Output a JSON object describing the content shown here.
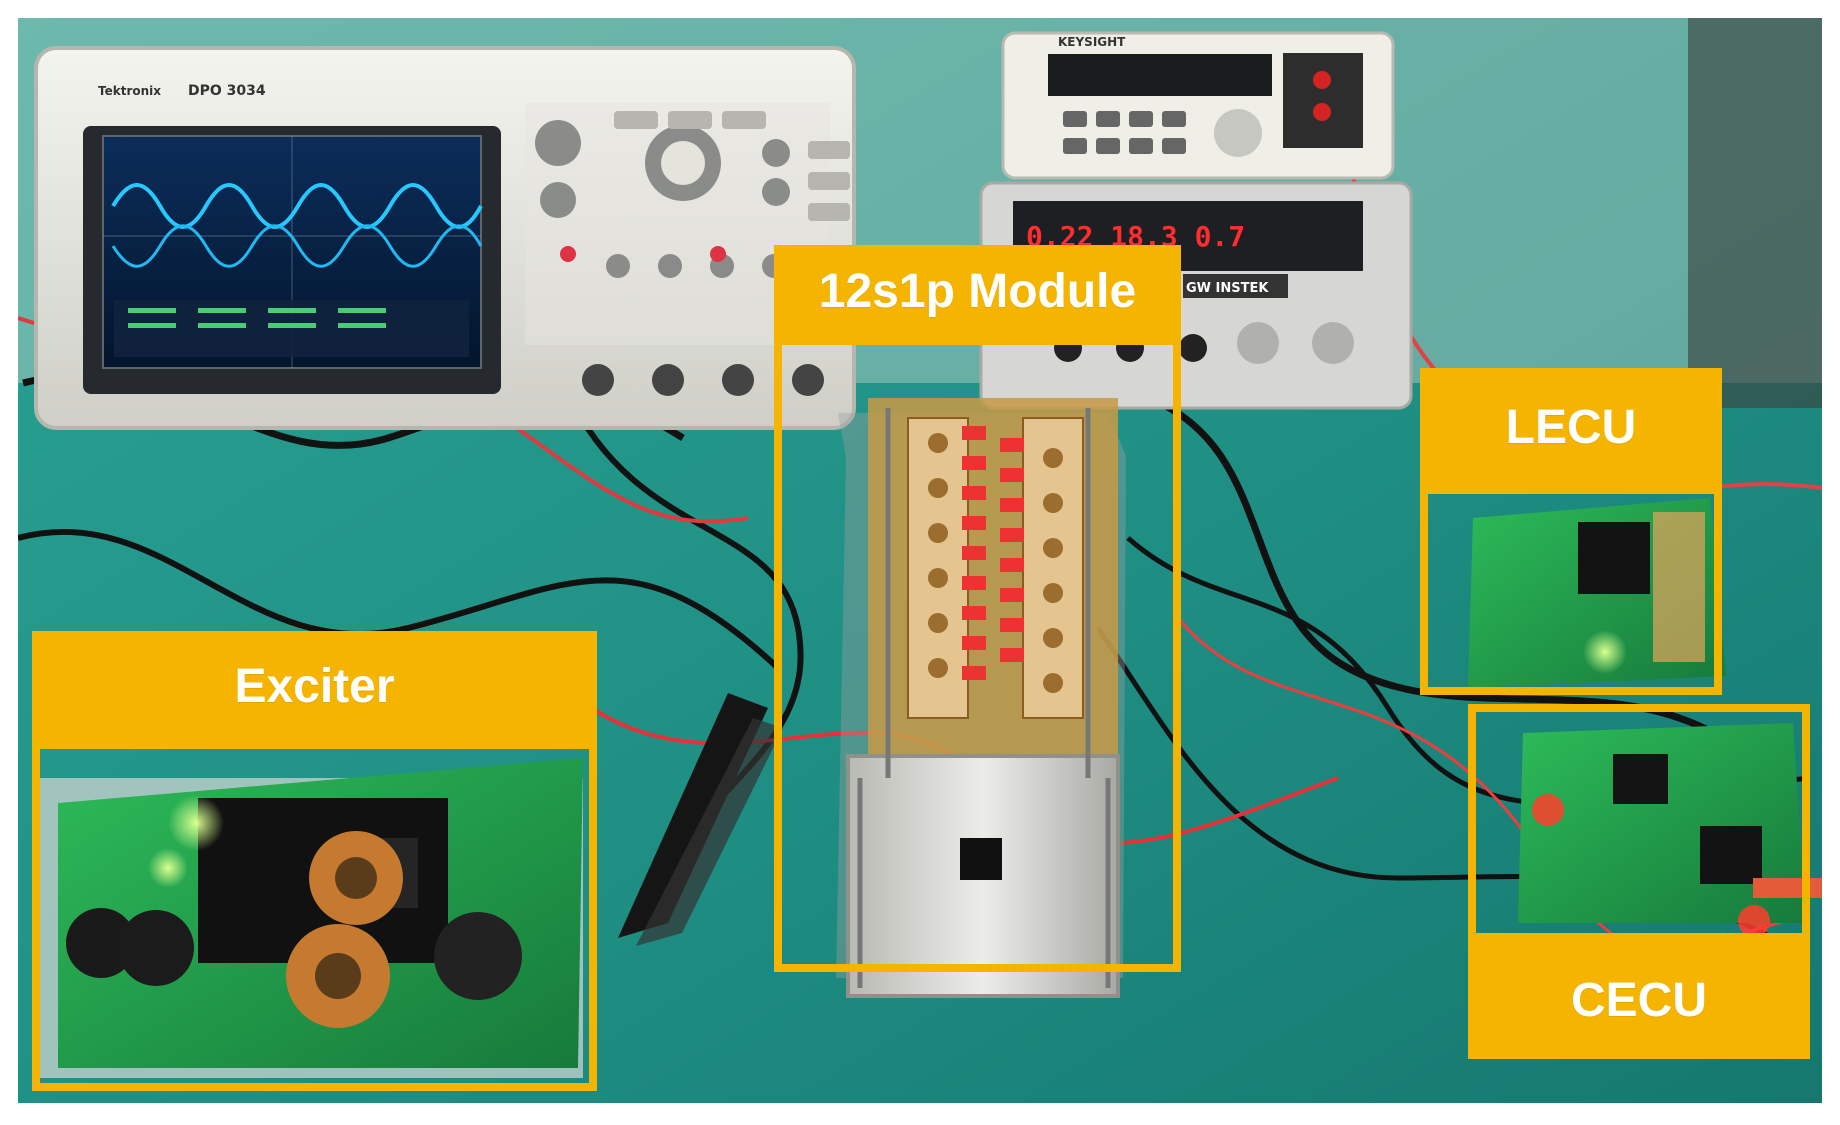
{
  "labels": {
    "exciter": "Exciter",
    "module": "12s1p Module",
    "lecu": "LECU",
    "cecu": "CECU"
  },
  "colors": {
    "label_background": "#f4b400",
    "label_text": "#ffffff",
    "bench_mat": "#1f8f84",
    "pcb_green": "#1f9a4a",
    "copper": "#c57a2f",
    "display_cyan": "#27c8ff",
    "display_red": "#ff2d2d"
  },
  "devices": {
    "oscilloscope_brand": "Tektronix",
    "oscilloscope_model": "DPO 3034",
    "multimeter_brand": "KEYSIGHT",
    "power_supply_brand": "GW INSTEK",
    "power_supply_readout": "0.22 18.3 0.7"
  }
}
